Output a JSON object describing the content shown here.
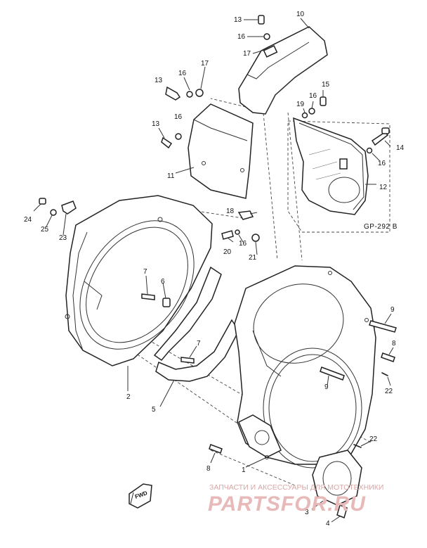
{
  "callouts": [
    {
      "id": "c10",
      "text": "10"
    },
    {
      "id": "c13a",
      "text": "13"
    },
    {
      "id": "c16a",
      "text": "16"
    },
    {
      "id": "c17a",
      "text": "17"
    },
    {
      "id": "c13b",
      "text": "13"
    },
    {
      "id": "c16b",
      "text": "16"
    },
    {
      "id": "c17b",
      "text": "17"
    },
    {
      "id": "c13c",
      "text": "13"
    },
    {
      "id": "c16c",
      "text": "16"
    },
    {
      "id": "c11",
      "text": "11"
    },
    {
      "id": "c15",
      "text": "15"
    },
    {
      "id": "c19",
      "text": "19"
    },
    {
      "id": "c16d",
      "text": "16"
    },
    {
      "id": "c14",
      "text": "14"
    },
    {
      "id": "c16e",
      "text": "16"
    },
    {
      "id": "c12",
      "text": "12"
    },
    {
      "id": "c24",
      "text": "24"
    },
    {
      "id": "c25",
      "text": "25"
    },
    {
      "id": "c23",
      "text": "23"
    },
    {
      "id": "c18",
      "text": "18"
    },
    {
      "id": "c20",
      "text": "20"
    },
    {
      "id": "c16f",
      "text": "16"
    },
    {
      "id": "c21",
      "text": "21"
    },
    {
      "id": "c7a",
      "text": "7"
    },
    {
      "id": "c6",
      "text": "6"
    },
    {
      "id": "c9a",
      "text": "9"
    },
    {
      "id": "c8a",
      "text": "8"
    },
    {
      "id": "c7b",
      "text": "7"
    },
    {
      "id": "c9b",
      "text": "9"
    },
    {
      "id": "c22a",
      "text": "22"
    },
    {
      "id": "c2",
      "text": "2"
    },
    {
      "id": "c5",
      "text": "5"
    },
    {
      "id": "c22b",
      "text": "22"
    },
    {
      "id": "c1",
      "text": "1"
    },
    {
      "id": "c8b",
      "text": "8"
    },
    {
      "id": "c3",
      "text": "3"
    },
    {
      "id": "c4",
      "text": "4"
    }
  ],
  "reference_code": "GP-292 B",
  "direction_mark": "FWD",
  "watermark": {
    "tagline": "ЗАПЧАСТИ И АКСЕССУАРЫ ДЛЯ МОТОТЕХНИКИ",
    "brand": "PARTSFOR.RU"
  }
}
